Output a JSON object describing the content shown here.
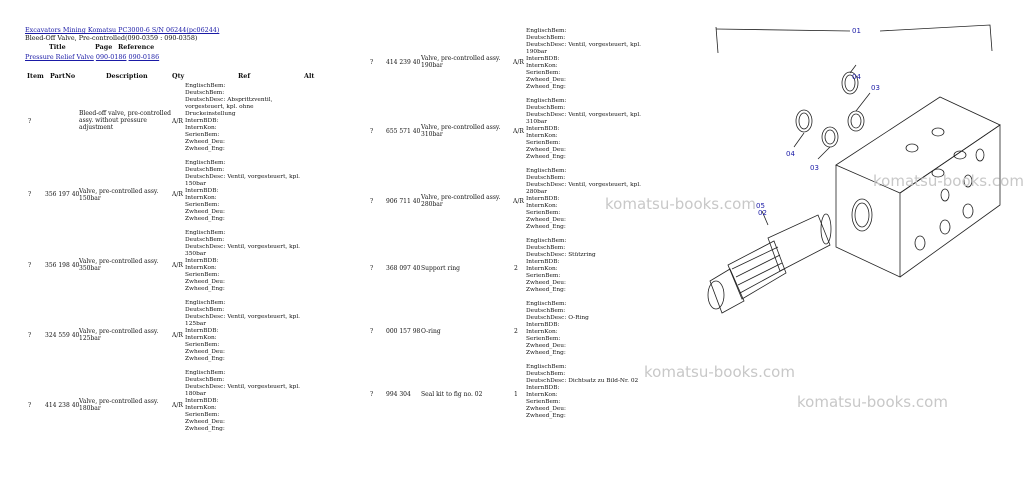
{
  "header": {
    "breadcrumb": "Excavators Mining Komatsu PC3000-6 S/N 06244(pc06244)",
    "subtitle": "Bleed-Off Valve, Pre-controlled(090-0359 : 090-0358)",
    "title_label": "Title",
    "page_label": "Page",
    "reference_label": "Reference",
    "link_title": "Pressure Relief Valve",
    "link_page": "090-0186",
    "link_ref": "090-0186"
  },
  "columns": [
    "Item",
    "PartNo",
    "Description",
    "Qty",
    "Ref",
    "Alt"
  ],
  "info_labels": [
    "EnglischBem:",
    "DeutschBem:",
    "DeutschDesc:",
    "InternBDB:",
    "InternKon:",
    "SerienBem:",
    "Zwheed_Deu:",
    "Zwheed_Eng:"
  ],
  "left_rows": [
    {
      "item": "?",
      "partno": "",
      "description": "Bleed-off valve, pre-controlled assy. without pressure adjustment",
      "qty": "",
      "ref": "A/R",
      "deutsch_desc_1": "DeutschDesc: Absprittzventil,",
      "deutsch_desc_2": "vorgesteuert, kpl. ohne",
      "deutsch_desc_3": "Druckeinstellung"
    },
    {
      "item": "?",
      "partno": "356 197 40",
      "description": "Valve, pre-controlled assy. 150bar",
      "qty": "",
      "ref": "A/R",
      "deutsch_desc_1": "DeutschDesc: Ventil, vorgesteuert, kpl.",
      "deutsch_desc_2": "150bar"
    },
    {
      "item": "?",
      "partno": "356 198 40",
      "description": "Valve, pre-controlled assy. 350bar",
      "qty": "",
      "ref": "A/R",
      "deutsch_desc_1": "DeutschDesc: Ventil, vorgesteuert, kpl.",
      "deutsch_desc_2": "350bar"
    },
    {
      "item": "?",
      "partno": "324 559 40",
      "description": "Valve, pre-controlled assy. 125bar",
      "qty": "",
      "ref": "A/R",
      "deutsch_desc_1": "DeutschDesc: Ventil, vorgesteuert, kpl.",
      "deutsch_desc_2": "125bar"
    },
    {
      "item": "?",
      "partno": "414 238 40",
      "description": "Valve, pre-controlled assy. 180bar",
      "qty": "",
      "ref": "A/R",
      "deutsch_desc_1": "DeutschDesc: Ventil, vorgesteuert, kpl.",
      "deutsch_desc_2": "180bar"
    }
  ],
  "right_rows": [
    {
      "item": "?",
      "partno": "414 239 40",
      "description": "Valve, pre-controlled assy. 190bar",
      "qty": "",
      "ref": "A/R",
      "deutsch_desc_1": "DeutschDesc: Ventil, vorgesteuert, kpl.",
      "deutsch_desc_2": "190bar"
    },
    {
      "item": "?",
      "partno": "655 571 40",
      "description": "Valve, pre-controlled assy. 310bar",
      "qty": "",
      "ref": "A/R",
      "deutsch_desc_1": "DeutschDesc: Ventil, vorgesteuert, kpl.",
      "deutsch_desc_2": "310bar"
    },
    {
      "item": "?",
      "partno": "906 711 40",
      "description": "Valve, pre-controlled assy. 280bar",
      "qty": "",
      "ref": "A/R",
      "deutsch_desc_1": "DeutschDesc: Ventil, vorgesteuert, kpl.",
      "deutsch_desc_2": "280bar"
    },
    {
      "item": "?",
      "partno": "368 097 40",
      "description": "Support ring",
      "qty": "2",
      "ref": "",
      "deutsch_desc_1": "DeutschDesc: Stützring"
    },
    {
      "item": "?",
      "partno": "000 157 98",
      "description": "O-ring",
      "qty": "2",
      "ref": "",
      "deutsch_desc_1": "DeutschDesc: O-Ring"
    },
    {
      "item": "?",
      "partno": "994 304",
      "description": "Seal kit to fig no. 02",
      "qty": "1",
      "ref": "",
      "deutsch_desc_1": "DeutschDesc: Dichtsatz zu Bild-Nr. 02"
    }
  ],
  "diagram": {
    "callouts": [
      "01",
      "04",
      "03",
      "04",
      "03",
      "05",
      "02"
    ]
  },
  "watermarks": [
    "komatsu-books.com",
    "komatsu-books.com",
    "komatsu-books.com",
    "komatsu-books.com"
  ],
  "colors": {
    "link": "#1a1aa6",
    "callout": "#1a1aa6",
    "watermark": "#c8c8c8"
  }
}
